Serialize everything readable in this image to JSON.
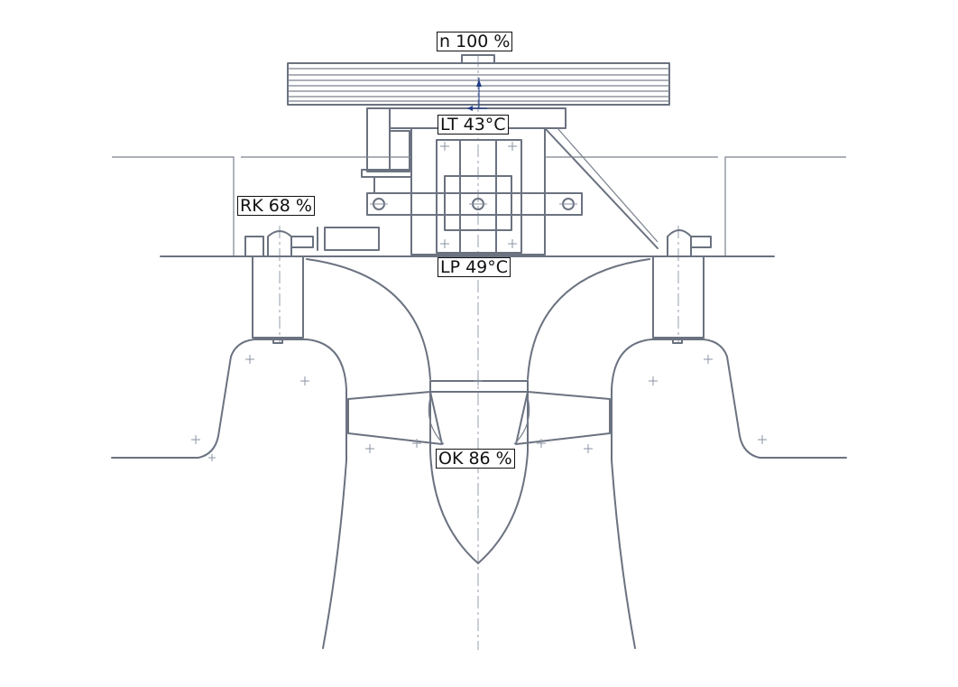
{
  "labels": {
    "speed": "n 100 %",
    "guide_bearing_temp": "LT 43°C",
    "runner_blade_opening": "RK 68 %",
    "thrust_bearing_temp": "LP 49°C",
    "guide_vane_opening": "OK 86 %"
  },
  "colors": {
    "line": "#6b7280",
    "label_border": "#111111",
    "axis": "#8a93a3",
    "marker": "#1e3a8a"
  }
}
